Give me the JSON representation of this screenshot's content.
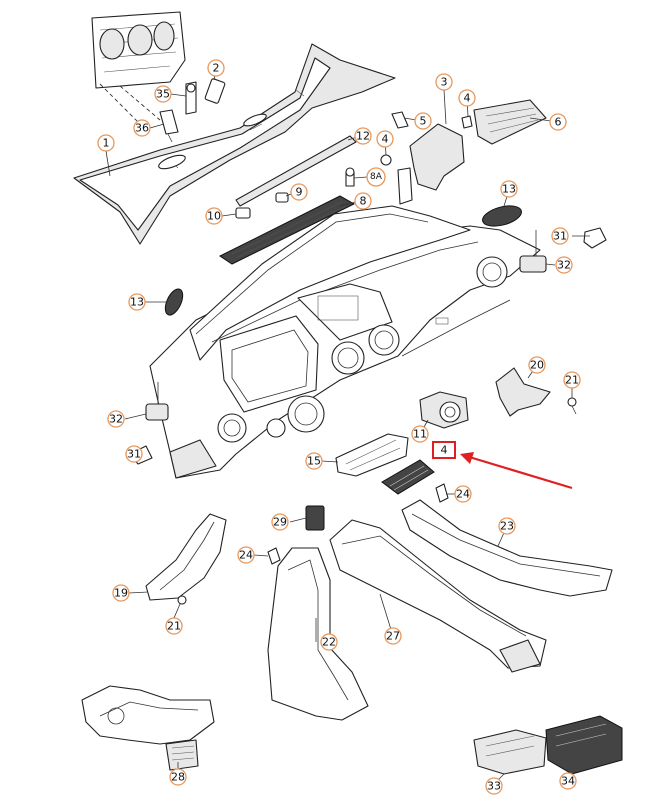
{
  "callouts": [
    {
      "id": "c1",
      "label": "1"
    },
    {
      "id": "c2",
      "label": "2"
    },
    {
      "id": "c3",
      "label": "3"
    },
    {
      "id": "c4a",
      "label": "4"
    },
    {
      "id": "c4b",
      "label": "4"
    },
    {
      "id": "c5",
      "label": "5"
    },
    {
      "id": "c6",
      "label": "6"
    },
    {
      "id": "c8",
      "label": "8"
    },
    {
      "id": "c8a",
      "label": "8A"
    },
    {
      "id": "c9",
      "label": "9"
    },
    {
      "id": "c10",
      "label": "10"
    },
    {
      "id": "c11",
      "label": "11"
    },
    {
      "id": "c12",
      "label": "12"
    },
    {
      "id": "c13a",
      "label": "13"
    },
    {
      "id": "c13b",
      "label": "13"
    },
    {
      "id": "c15",
      "label": "15"
    },
    {
      "id": "c19",
      "label": "19"
    },
    {
      "id": "c20",
      "label": "20"
    },
    {
      "id": "c21a",
      "label": "21"
    },
    {
      "id": "c21b",
      "label": "21"
    },
    {
      "id": "c22",
      "label": "22"
    },
    {
      "id": "c23",
      "label": "23"
    },
    {
      "id": "c24a",
      "label": "24"
    },
    {
      "id": "c24b",
      "label": "24"
    },
    {
      "id": "c27",
      "label": "27"
    },
    {
      "id": "c28",
      "label": "28"
    },
    {
      "id": "c29",
      "label": "29"
    },
    {
      "id": "c31a",
      "label": "31"
    },
    {
      "id": "c31b",
      "label": "31"
    },
    {
      "id": "c32a",
      "label": "32"
    },
    {
      "id": "c32b",
      "label": "32"
    },
    {
      "id": "c33",
      "label": "33"
    },
    {
      "id": "c34",
      "label": "34"
    },
    {
      "id": "c35",
      "label": "35"
    },
    {
      "id": "c36",
      "label": "36"
    }
  ],
  "highlight": {
    "label": "4",
    "color": "#e02020"
  },
  "colors": {
    "callout_ring": "#e8975a",
    "arrow": "#e02020",
    "line": "#222222"
  }
}
